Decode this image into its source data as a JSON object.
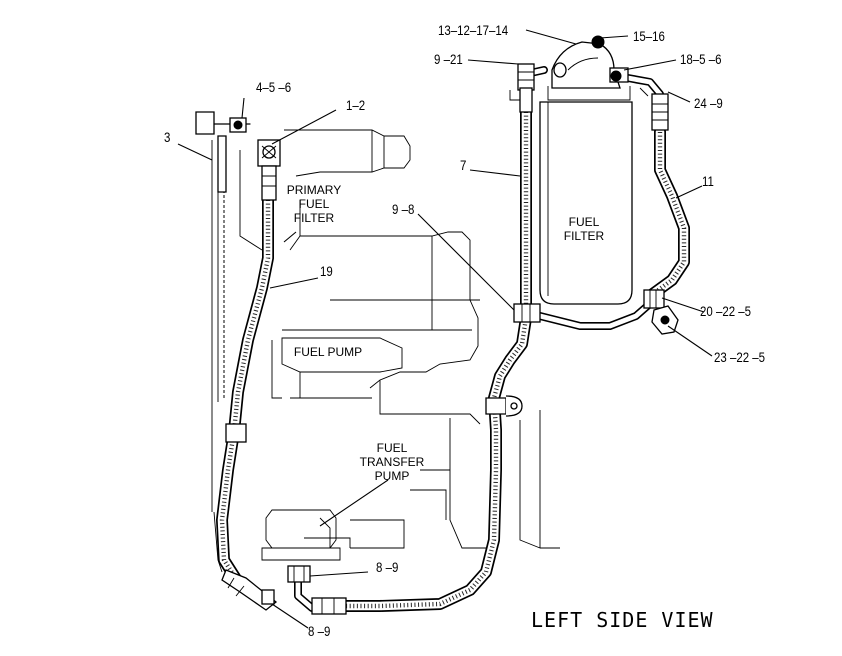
{
  "callouts": {
    "c_13_12_17_14": "13–12–17–14",
    "c_15_16": "15–16",
    "c_9_21": "9 –21",
    "c_18_5_6": "18–5 –6",
    "c_24_9": "24 –9",
    "c_4_5_6": "4–5 –6",
    "c_1_2": "1–2",
    "c_3": "3",
    "c_7": "7",
    "c_11": "11",
    "c_9_8": "9 –8",
    "c_19": "19",
    "c_20_22_5": "20 –22 –5",
    "c_23_22_5": "23 –22 –5",
    "c_8_9_right": "8 –9",
    "c_8_9_bottom": "8 –9"
  },
  "components": {
    "primary_fuel_filter": [
      "PRIMARY",
      "FUEL",
      "FILTER"
    ],
    "fuel_filter": [
      "FUEL",
      "FILTER"
    ],
    "fuel_pump": "FUEL  PUMP",
    "fuel_transfer_pump": [
      "FUEL",
      "TRANSFER",
      "PUMP"
    ]
  },
  "view_title": "LEFT SIDE VIEW"
}
